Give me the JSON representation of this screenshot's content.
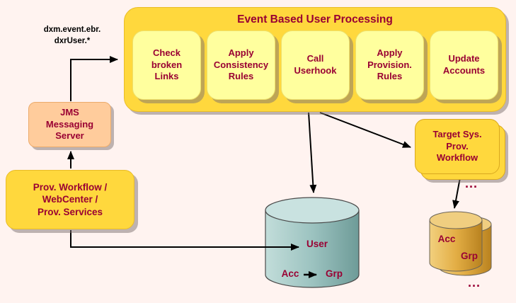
{
  "colors": {
    "background": "#FFF3F0",
    "container_yellow": "#FFD83D",
    "step_yellow": "#FFFF9E",
    "jms_peach": "#FFCC9C",
    "label_dark_red": "#990033",
    "topic_label_black": "#000000",
    "arrow_black": "#000000",
    "user_cylinder_teal": "#9CC3C0",
    "target_cylinder_tan": "#E3AE45",
    "shadow_gray": "#B0A3A0"
  },
  "event_processing": {
    "title": "Event Based User Processing",
    "steps": [
      "Check\nbroken\nLinks",
      "Apply\nConsistency\nRules",
      "Call\nUserhook",
      "Apply\nProvision.\nRules",
      "Update\nAccounts"
    ]
  },
  "topic_label": "dxm.event.ebr.\ndxrUser.*",
  "jms_server_label": "JMS\nMessaging\nServer",
  "prov_workflow_label": "Prov. Workflow /\nWebCenter /\nProv. Services",
  "target_workflow_label": "Target Sys.\nProv.\nWorkflow",
  "user_db": {
    "title": "User",
    "acc": "Acc",
    "grp": "Grp"
  },
  "target_db": {
    "acc": "Acc",
    "grp": "Grp"
  },
  "ellipsis_upper": "...",
  "ellipsis_lower": "..."
}
